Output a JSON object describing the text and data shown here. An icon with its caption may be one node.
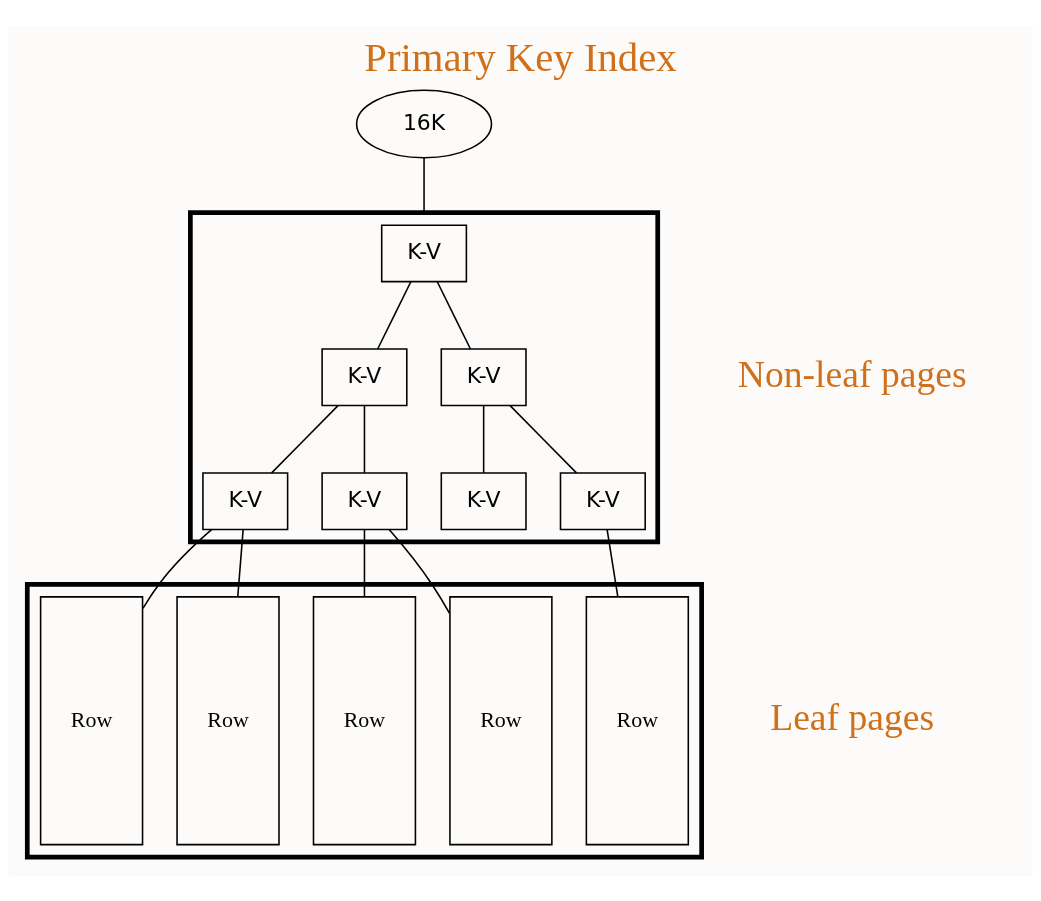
{
  "diagram": {
    "title": "Primary Key Index",
    "nodes": [
      {
        "text": [],
        "shape": "box"
      },
      {
        "text": [
          "16K"
        ]
      },
      {
        "text": [
          "K-V"
        ],
        "in": 0
      },
      {
        "text": [
          "K-V"
        ],
        "in": 0
      },
      {
        "text": [
          "K-V"
        ],
        "in": 0
      },
      {
        "text": [
          "K-V"
        ],
        "in": 0
      },
      {
        "text": [
          "K-V"
        ],
        "in": 0
      },
      {
        "text": [
          "K-V"
        ],
        "in": 0
      },
      {
        "text": [
          "K-V"
        ],
        "in": 0
      },
      {
        "text": [],
        "shape": "box"
      },
      {
        "text": [
          "Row"
        ],
        "in": 9
      },
      {
        "text": [
          "Row"
        ],
        "in": 9
      },
      {
        "text": [
          "Row"
        ],
        "in": 9
      },
      {
        "text": [
          "Row"
        ],
        "in": 9
      },
      {
        "text": [
          "Row"
        ],
        "in": 9
      }
    ],
    "edges": [
      {
        "from": 1,
        "to": 0,
        "arrow": "none"
      },
      {
        "from": 2,
        "to": 3,
        "arrow": "none"
      },
      {
        "from": 2,
        "to": 4,
        "arrow": "none"
      },
      {
        "from": 3,
        "to": 5,
        "arrow": "none"
      },
      {
        "from": 3,
        "to": 6,
        "arrow": "none"
      },
      {
        "from": 4,
        "to": 7,
        "arrow": "none"
      },
      {
        "from": 4,
        "to": 8,
        "arrow": "none"
      },
      {
        "from": 5,
        "to": 10,
        "arrow": "none"
      },
      {
        "from": 5,
        "to": 11,
        "arrow": "none"
      },
      {
        "from": 6,
        "to": 12,
        "arrow": "none"
      },
      {
        "from": 6,
        "to": 13,
        "arrow": "none"
      },
      {
        "from": 8,
        "to": 14,
        "arrow": "none"
      }
    ],
    "labels": [
      "Non-leaf pages",
      "Leaf pages"
    ]
  }
}
